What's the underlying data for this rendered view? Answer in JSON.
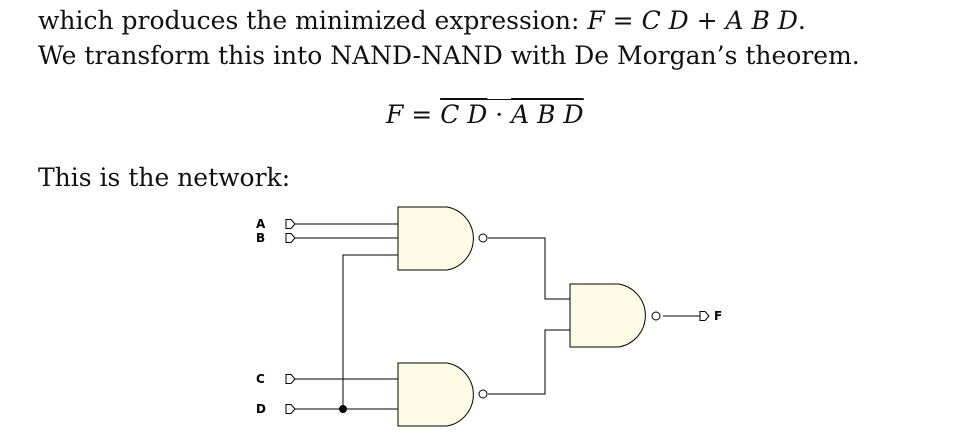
{
  "text": {
    "line1_prefix": "which produces the minimized expression: ",
    "line1_F": "F",
    "line1_eq": " = ",
    "line1_term1": "C D",
    "line1_plus": " + ",
    "line1_term2": "A B D",
    "line1_end": ".",
    "line2": "We transform this into NAND-NAND with De Morgan’s theorem.",
    "line3": "This is the network:"
  },
  "equation": {
    "lhs": "F",
    "equals": " = ",
    "term1": "C D",
    "dot": " · ",
    "term2": "A B D"
  },
  "diagram": {
    "inputs": [
      "A",
      "B",
      "C",
      "D"
    ],
    "output": "F",
    "gate_type": "NAND",
    "gate_fill": "#fdfbe3"
  }
}
